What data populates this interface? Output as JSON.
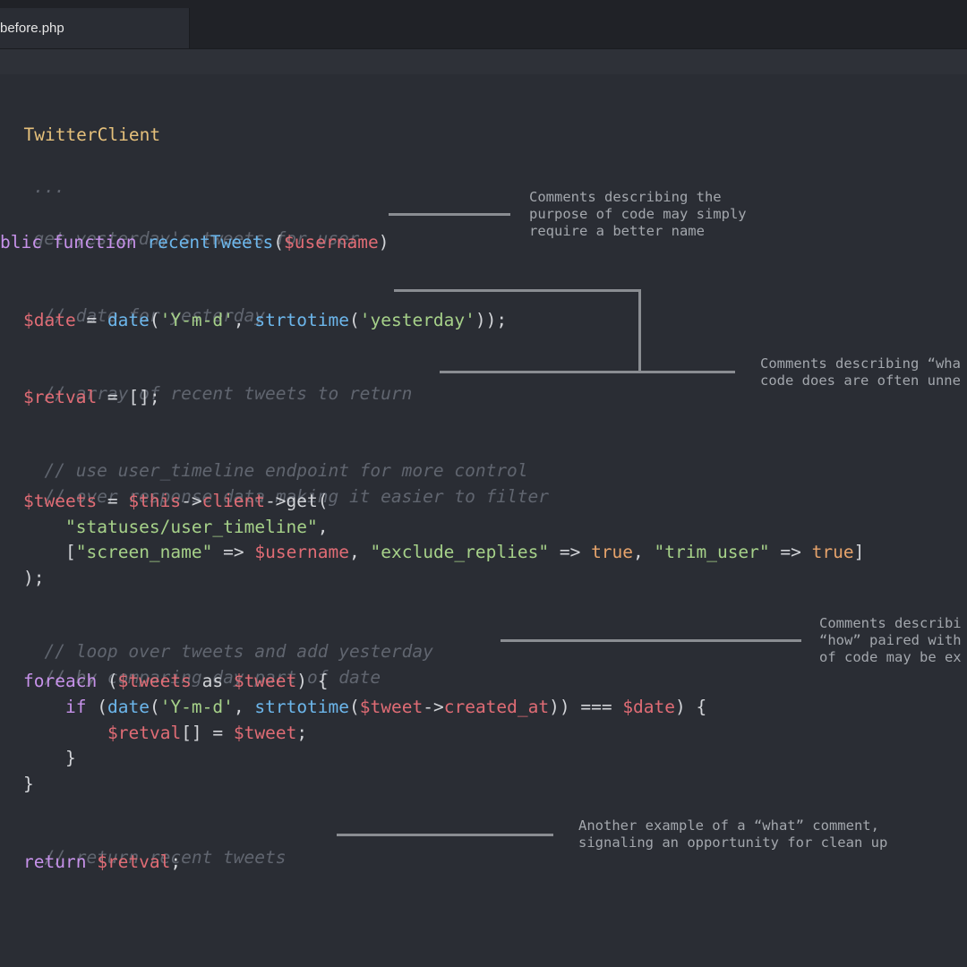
{
  "tab": {
    "filename": "before.php"
  },
  "code": [
    [
      "TwitterClient"
    ],
    [
      "..."
    ],
    [
      "get yesterday's tweets for user"
    ],
    [
      "blic",
      " ",
      "function",
      " ",
      "recentTweets",
      "(",
      "$username",
      ")"
    ],
    [
      "// date for yesterday"
    ],
    [
      "$date",
      " = ",
      "date",
      "(",
      "'Y-m-d'",
      ", ",
      "strtotime",
      "(",
      "'yesterday'",
      "));"
    ],
    [
      "// array of recent tweets to return"
    ],
    [
      "$retval",
      " = [];"
    ],
    [
      "// use user_timeline endpoint for more control"
    ],
    [
      "// over response data making it easier to filter"
    ],
    [
      "$tweets",
      " = ",
      "$this",
      "->",
      "client",
      "->get("
    ],
    [
      "\"statuses/user_timeline\"",
      ","
    ],
    [
      "[",
      "\"screen_name\"",
      " => ",
      "$username",
      ", ",
      "\"exclude_replies\"",
      " => ",
      "true",
      ", ",
      "\"trim_user\"",
      " => ",
      "true",
      "]"
    ],
    [
      ");"
    ],
    [
      "// loop over tweets and add yesterday"
    ],
    [
      "// by comparing day part of date"
    ],
    [
      "foreach",
      " (",
      "$tweets",
      " as ",
      "$tweet",
      ") {"
    ],
    [
      "if",
      " (",
      "date",
      "(",
      "'Y-m-d'",
      ", ",
      "strtotime",
      "(",
      "$tweet",
      "->",
      "created_at",
      ")) === ",
      "$date",
      ") {"
    ],
    [
      "$retval",
      "[] = ",
      "$tweet",
      ";"
    ],
    [
      "}"
    ],
    [
      "}"
    ],
    [
      "// return recent tweets"
    ],
    [
      "return",
      " ",
      "$retval",
      ";"
    ]
  ],
  "annotations": {
    "purpose": [
      "Comments describing the",
      "purpose of code may simply",
      "require a better name"
    ],
    "what": [
      "Comments describing “wha",
      "code does are often unne"
    ],
    "how": [
      "Comments describi",
      "“how” paired with",
      "of code may be ex"
    ],
    "another": [
      "Another example of a “what” comment,",
      "signaling an opportunity for clean up"
    ]
  },
  "colors": {
    "background": "#2a2d34",
    "comment": "#60656f",
    "keyword": "#c792ea",
    "function": "#6cb6eb",
    "variable": "#e06c75",
    "string": "#a6d189",
    "boolean": "#e6a36b",
    "class": "#e5c07b",
    "annotation": "#a3a7ad"
  }
}
